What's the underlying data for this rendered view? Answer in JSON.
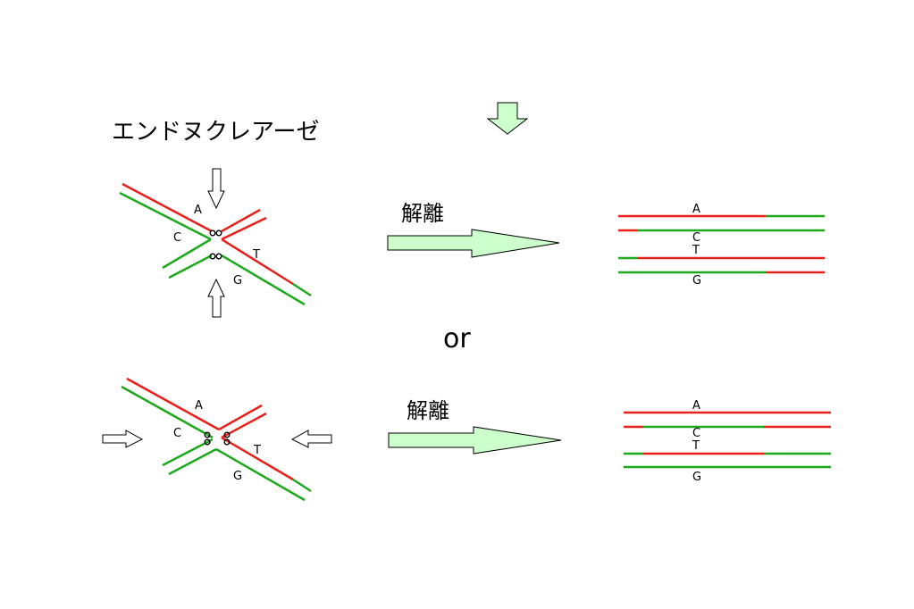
{
  "labels": {
    "enzyme": "エンドヌクレアーゼ",
    "dissociation_top": "解離",
    "dissociation_bottom": "解離",
    "or": "or"
  },
  "bases": {
    "a": "A",
    "c": "C",
    "t": "T",
    "g": "G"
  },
  "colors": {
    "strand_red": "#e8201a",
    "strand_green": "#1ea81e",
    "arrow_fill": "#ccffcc",
    "outline": "#000000"
  }
}
